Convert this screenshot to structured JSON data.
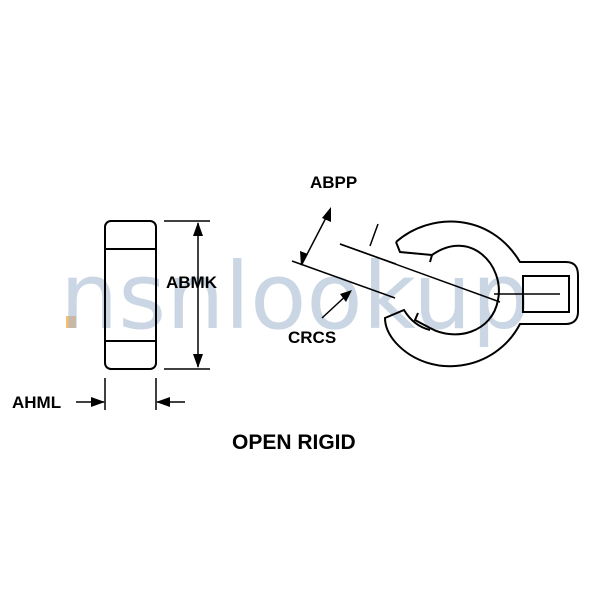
{
  "watermark": {
    "text": "nsnlookup",
    "dot_color": "#f2a13a",
    "text_color": "#9fb6cf"
  },
  "labels": {
    "side_height": "ABMK",
    "side_width": "AHML",
    "gap_width": "ABPP",
    "clamp_bore": "CRCS"
  },
  "caption": "OPEN RIGID",
  "colors": {
    "ink": "#000000",
    "background": "#ffffff"
  }
}
